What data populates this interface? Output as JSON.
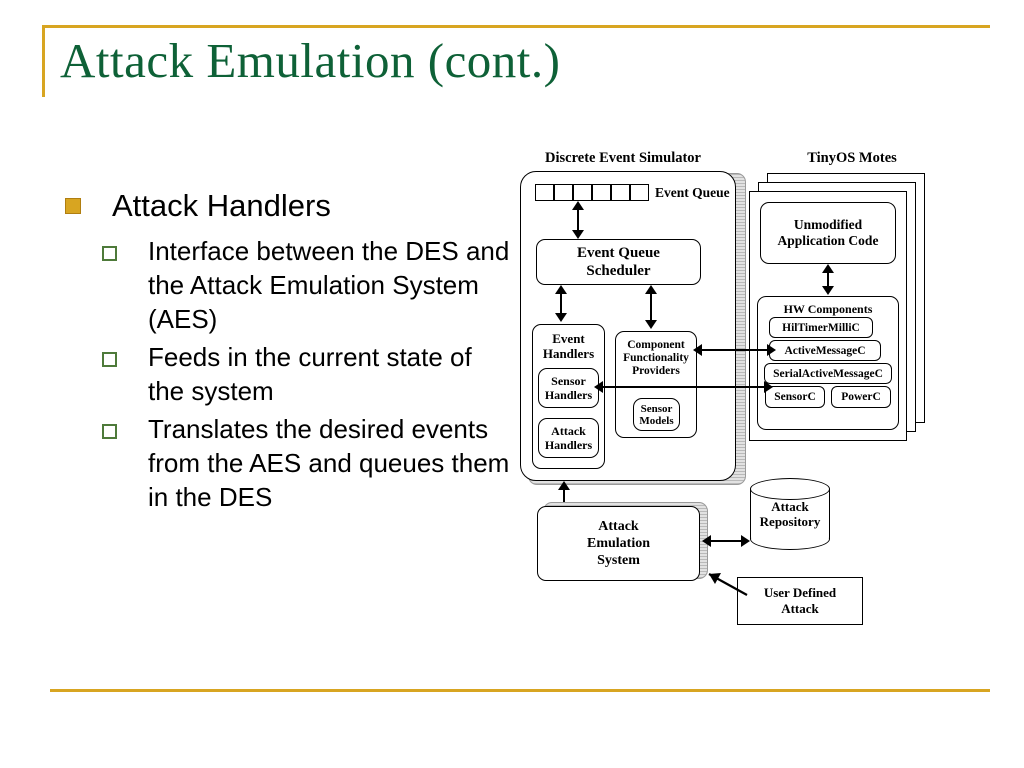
{
  "slide": {
    "title": "Attack Emulation (cont.)",
    "accent_color": "#D8A521",
    "title_color": "#0E6137"
  },
  "bullets": {
    "level1": "Attack Handlers",
    "level2": [
      "Interface between the DES and the Attack Emulation System (AES)",
      "Feeds in the current state of the system",
      "Translates the desired events from the AES and queues them in the DES"
    ]
  },
  "diagram": {
    "headings": {
      "des": "Discrete Event Simulator",
      "motes": "TinyOS Motes"
    },
    "des": {
      "event_queue_label": "Event Queue",
      "event_queue_cells": 6,
      "scheduler": "Event Queue\nScheduler",
      "scheduler_line1": "Event Queue",
      "scheduler_line2": "Scheduler",
      "event_handlers": "Event\nHandlers",
      "event_handlers_line1": "Event",
      "event_handlers_line2": "Handlers",
      "sensor_handlers_line1": "Sensor",
      "sensor_handlers_line2": "Handlers",
      "attack_handlers_line1": "Attack",
      "attack_handlers_line2": "Handlers",
      "cfp_line1": "Component",
      "cfp_line2": "Functionality",
      "cfp_line3": "Providers",
      "sensor_models_line1": "Sensor",
      "sensor_models_line2": "Models"
    },
    "motes": {
      "app_code_line1": "Unmodified",
      "app_code_line2": "Application Code",
      "hw_components_label": "HW Components",
      "components": [
        "HilTimerMilliC",
        "ActiveMessageC",
        "SerialActiveMessageC",
        "SensorC",
        "PowerC"
      ]
    },
    "bottom": {
      "aes_line1": "Attack",
      "aes_line2": "Emulation",
      "aes_line3": "System",
      "repository_line1": "Attack",
      "repository_line2": "Repository",
      "user_attack_line1": "User Defined",
      "user_attack_line2": "Attack"
    }
  }
}
